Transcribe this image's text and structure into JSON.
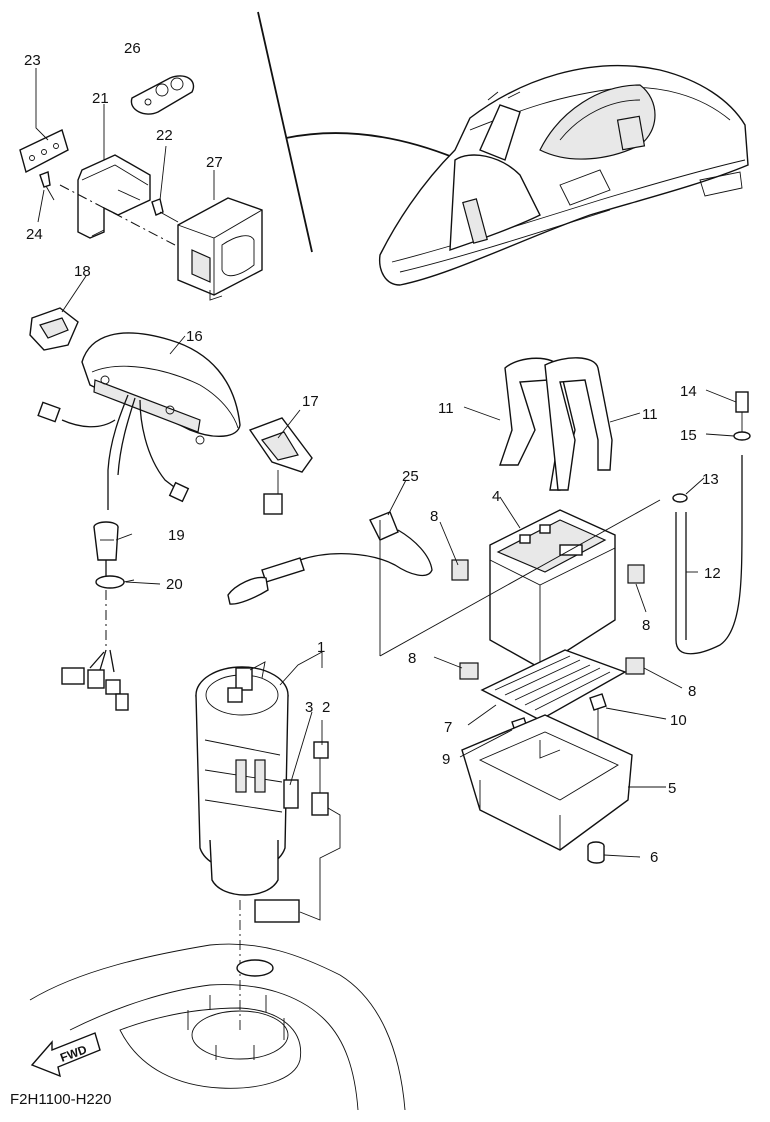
{
  "diagram": {
    "figure_code": "F2H1100-H220",
    "direction_label": "FWD",
    "callouts": [
      {
        "id": "c1",
        "text": "1"
      },
      {
        "id": "c2",
        "text": "2"
      },
      {
        "id": "c3",
        "text": "3"
      },
      {
        "id": "c4",
        "text": "4"
      },
      {
        "id": "c5",
        "text": "5"
      },
      {
        "id": "c6",
        "text": "6"
      },
      {
        "id": "c7",
        "text": "7"
      },
      {
        "id": "c8a",
        "text": "8"
      },
      {
        "id": "c8b",
        "text": "8"
      },
      {
        "id": "c8c",
        "text": "8"
      },
      {
        "id": "c8d",
        "text": "8"
      },
      {
        "id": "c9",
        "text": "9"
      },
      {
        "id": "c10",
        "text": "10"
      },
      {
        "id": "c11a",
        "text": "11"
      },
      {
        "id": "c11b",
        "text": "11"
      },
      {
        "id": "c12",
        "text": "12"
      },
      {
        "id": "c13",
        "text": "13"
      },
      {
        "id": "c14",
        "text": "14"
      },
      {
        "id": "c15",
        "text": "15"
      },
      {
        "id": "c16",
        "text": "16"
      },
      {
        "id": "c17",
        "text": "17"
      },
      {
        "id": "c18",
        "text": "18"
      },
      {
        "id": "c19",
        "text": "19"
      },
      {
        "id": "c20",
        "text": "20"
      },
      {
        "id": "c21",
        "text": "21"
      },
      {
        "id": "c22",
        "text": "22"
      },
      {
        "id": "c23",
        "text": "23"
      },
      {
        "id": "c24",
        "text": "24"
      },
      {
        "id": "c25",
        "text": "25"
      },
      {
        "id": "c26",
        "text": "26"
      },
      {
        "id": "c27",
        "text": "27"
      }
    ]
  }
}
